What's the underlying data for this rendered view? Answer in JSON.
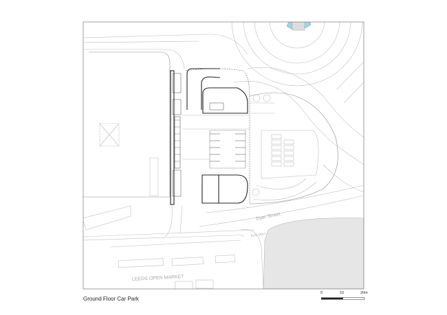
{
  "drawing": {
    "title": "Ground Floor Car Park",
    "street_label": "Dyer Street",
    "bus_lane_label": "BUS ONLY",
    "market_label": "LEEDS OPEN MARKET",
    "scale_bar": {
      "labels": [
        "0",
        "10",
        "20m"
      ],
      "unit": "m",
      "divisions": [
        0,
        10,
        20
      ]
    },
    "colors": {
      "linework": "#bdbdbd",
      "building_outline": "#222222",
      "neighbour_building_fill": "#e6e6e6",
      "pond": "#9fd3e6",
      "frame": "#777777"
    }
  }
}
